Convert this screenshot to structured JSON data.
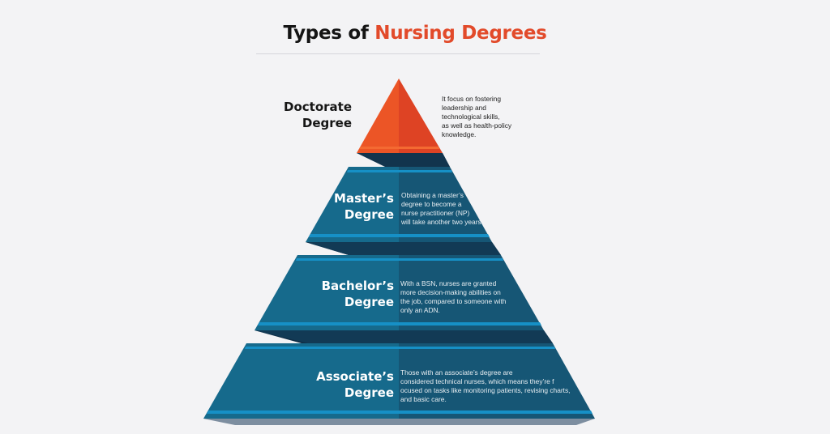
{
  "title": {
    "part1": "Types of ",
    "part2": "Nursing Degrees"
  },
  "colors": {
    "background": "#f3f3f5",
    "accent_orange": "#e24a2a",
    "tier_blue_left": "#166a8c",
    "tier_blue_right": "#165675",
    "stripe_blue": "#1690c6",
    "shadow_dark": "#0f2d45",
    "triangle_left": "#ec5526",
    "triangle_right": "#de4324"
  },
  "tiers": [
    {
      "name_line1": "Doctorate",
      "name_line2": "Degree",
      "description": [
        "It focus on fostering",
        "leadership and",
        "technological skills,",
        "as well as health-policy",
        "knowledge."
      ]
    },
    {
      "name_line1": "Master’s",
      "name_line2": "Degree",
      "description": [
        "Obtaining a master’s",
        "degree to become a",
        "nurse practitioner (NP)",
        "will take another two years."
      ]
    },
    {
      "name_line1": "Bachelor’s",
      "name_line2": "Degree",
      "description": [
        "With a BSN, nurses are granted",
        "more decision-making abilities on",
        "the job, compared to someone with",
        "only an ADN."
      ]
    },
    {
      "name_line1": "Associate’s",
      "name_line2": "Degree",
      "description": [
        "Those with an associate’s degree are",
        "considered technical nurses, which means they’re f",
        "ocused on tasks like monitoring patients, revising charts,",
        "and basic care."
      ]
    }
  ]
}
